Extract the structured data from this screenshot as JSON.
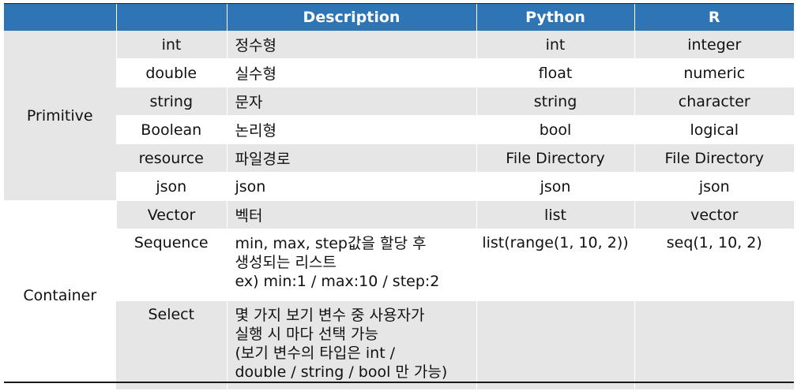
{
  "header": {
    "col1": "",
    "col2": "",
    "description": "Description",
    "python": "Python",
    "r": "R"
  },
  "groups": {
    "primitive": "Primitive",
    "container": "Container"
  },
  "rows": [
    {
      "type": "int",
      "desc": "정수형",
      "python": "int",
      "r": "integer"
    },
    {
      "type": "double",
      "desc": "실수형",
      "python": "float",
      "r": "numeric"
    },
    {
      "type": "string",
      "desc": "문자",
      "python": "string",
      "r": "character"
    },
    {
      "type": "Boolean",
      "desc": "논리형",
      "python": "bool",
      "r": "logical"
    },
    {
      "type": "resource",
      "desc": "파일경로",
      "python": "File Directory",
      "r": "File Directory"
    },
    {
      "type": "json",
      "desc": "json",
      "python": "json",
      "r": "json"
    },
    {
      "type": "Vector",
      "desc": "벡터",
      "python": "list",
      "r": "vector"
    },
    {
      "type": "Sequence",
      "desc_lines": [
        "min, max, step값을 할당 후",
        "생성되는 리스트",
        "ex) min:1 / max:10 / step:2"
      ],
      "python": "list(range(1, 10, 2))",
      "r": "seq(1, 10, 2)"
    },
    {
      "type": "Select",
      "desc_lines": [
        "몇 가지 보기 변수 중 사용자가",
        "실행 시 마다 선택 가능",
        "(보기 변수의 타입은 int /",
        "double / string / bool 만 가능)"
      ],
      "python": "",
      "r": ""
    }
  ]
}
